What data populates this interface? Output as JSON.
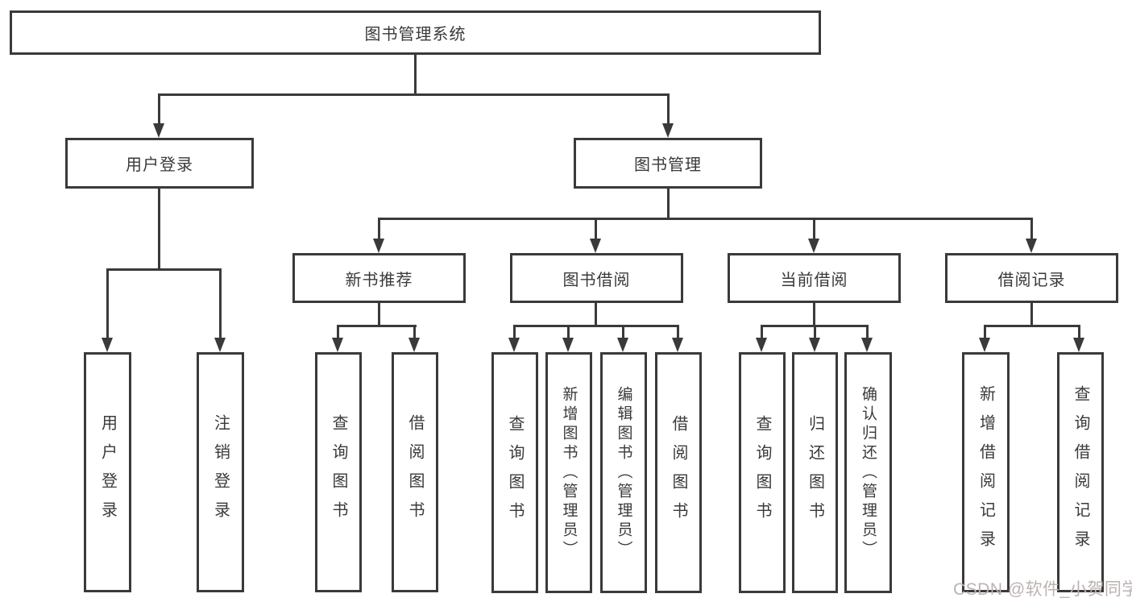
{
  "diagram": {
    "title": "图书管理系统",
    "colors": {
      "line": "#3a3a3a",
      "box_border": "#3a3a3a",
      "box_bg": "#ffffff",
      "text": "#3a3a3a",
      "watermark": "#bdb2b2"
    },
    "nodes": {
      "root": "图书管理系统",
      "user_login": "用户登录",
      "book_mgmt": "图书管理",
      "new_book_rec": "新书推荐",
      "book_borrow": "图书借阅",
      "current_borrow": "当前借阅",
      "borrow_records": "借阅记录",
      "leaf_user_login": "用户登录",
      "leaf_logout": "注销登录",
      "leaf_query_book_rec": "查询图书",
      "leaf_borrow_book_rec": "借阅图书",
      "leaf_query_book_borrow": "查询图书",
      "leaf_add_book_admin": "新增图书（管理员）",
      "leaf_edit_book_admin": "编辑图书（管理员）",
      "leaf_borrow_book_borrow": "借阅图书",
      "leaf_query_book_current": "查询图书",
      "leaf_return_book": "归还图书",
      "leaf_confirm_return_admin": "确认归还（管理员）",
      "leaf_add_borrow_record": "新增借阅记录",
      "leaf_query_borrow_record": "查询借阅记录"
    },
    "watermark": {
      "text": "CSDN @软件_小贺同学"
    }
  }
}
